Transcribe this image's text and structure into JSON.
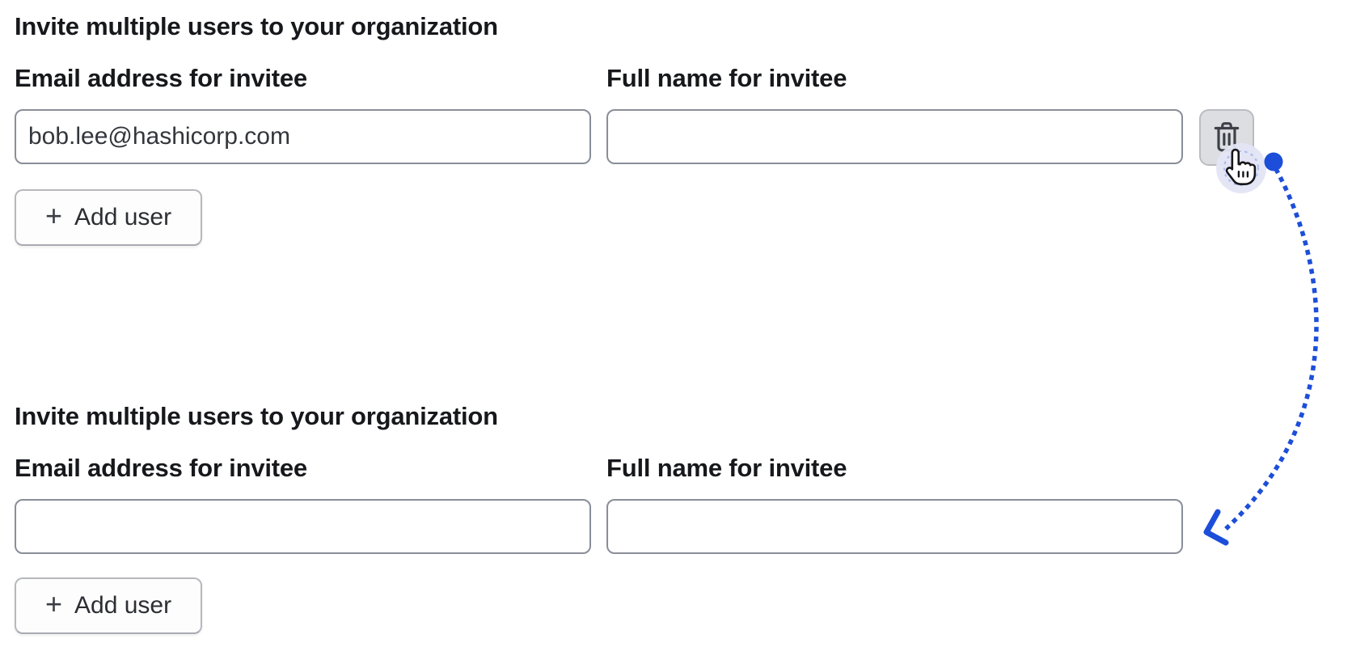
{
  "colors": {
    "accent": "#1c4ed9",
    "text": "#17181c",
    "input_text": "#33363c",
    "input_border": "#8a8e99",
    "button_border": "#b6b8be",
    "button_bg": "#fdfdfd",
    "button_text": "#2c2e33",
    "trash_button_bg": "#dcdee2",
    "trash_button_border": "#babcc2",
    "icon": "#3d4047",
    "halo": "#e3e5f6"
  },
  "sections": [
    {
      "heading": "Invite multiple users to your organization",
      "fields": [
        {
          "label": "Email address for invitee",
          "value": "bob.lee@hashicorp.com"
        },
        {
          "label": "Full name for invitee",
          "value": ""
        }
      ],
      "add_button": {
        "glyph": "+",
        "label": "Add user"
      },
      "delete_button": {
        "icon": "trash-icon"
      }
    },
    {
      "heading": "Invite multiple users to your organization",
      "fields": [
        {
          "label": "Email address for invitee",
          "value": ""
        },
        {
          "label": "Full name for invitee",
          "value": ""
        }
      ],
      "add_button": {
        "glyph": "+",
        "label": "Add user"
      }
    }
  ],
  "annotation": {
    "type": "dotted-curved-arrow",
    "from": "delete-row-button",
    "to": "second-form-name-input",
    "cursor": "pointer-hand"
  }
}
